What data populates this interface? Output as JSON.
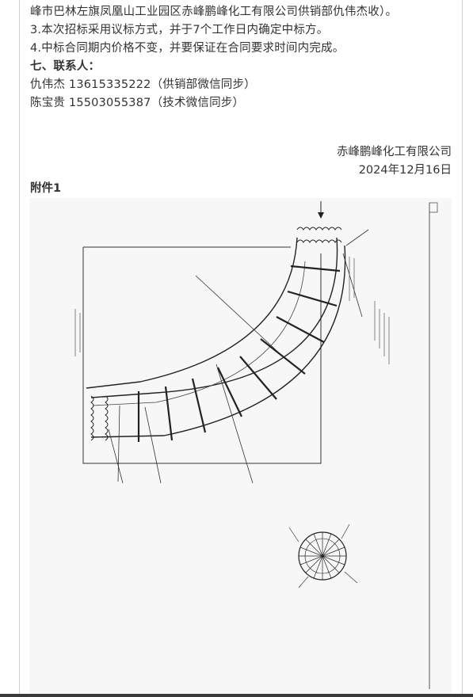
{
  "body_lines": [
    "峰市巴林左旗凤凰山工业园区赤峰鹏峰化工有限公司供销部仇伟杰收）。",
    "3.本次招标采用议标方式，并于7个工作日内确定中标方。",
    "4.中标合同期内价格不变，并要保证在合同要求时间内完成。"
  ],
  "contact_heading": "七、联系人：",
  "contacts": [
    "仇伟杰 13615335222（供销部微信同步）",
    "陈宝贵 15503055387（技术微信同步）"
  ],
  "signature": {
    "company": "赤峰鹏峰化工有限公司",
    "date": "2024年12月16日"
  },
  "attachment_label": "附件1",
  "drawing": {
    "description_icon": "engineering-drawing"
  }
}
